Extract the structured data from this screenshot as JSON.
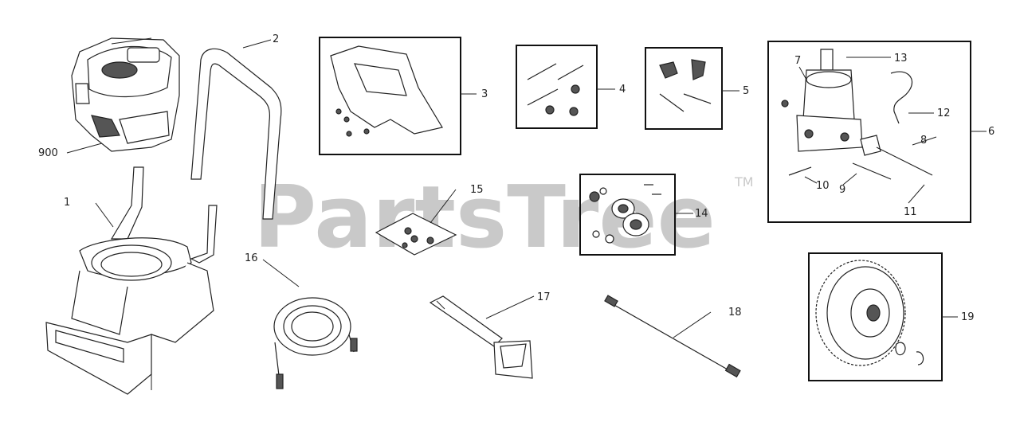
{
  "watermark": {
    "text": "PartsTree",
    "trademark": "TM"
  },
  "callouts": {
    "engine": "900",
    "frame": "1",
    "handle": "2",
    "console_kit": "3",
    "handle_bolts": "4",
    "hardware_kit": "5",
    "pump_assembly": "6",
    "pump_seal": "7",
    "pump_fitting": "8",
    "pump_hose": "9",
    "pump_screw": "10",
    "pump_nipple": "11",
    "pump_spring": "12",
    "pump_top": "13",
    "bearing_kit": "14",
    "bag_hardware": "15",
    "hose": "16",
    "gun": "17",
    "wand": "18",
    "wheel": "19"
  }
}
